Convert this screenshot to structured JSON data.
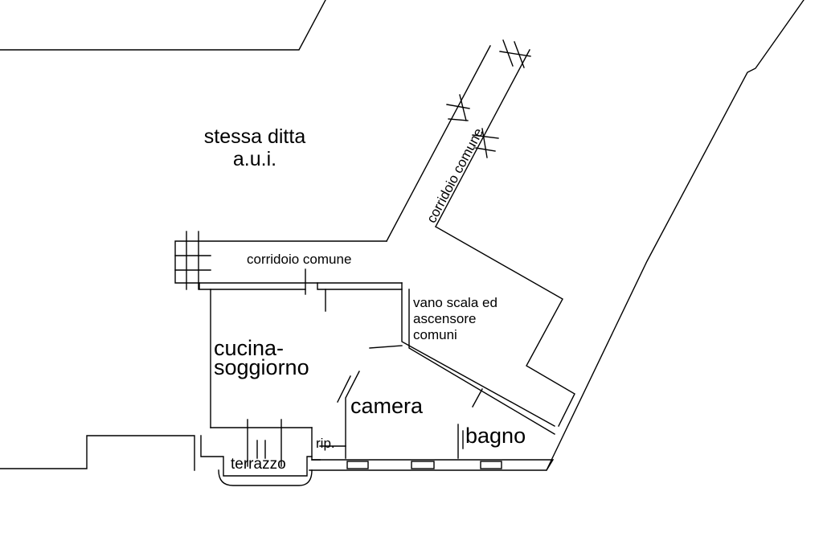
{
  "labels": {
    "stessa_ditta_line1": "stessa ditta",
    "stessa_ditta_line2": "a.u.i.",
    "corridoio_comune_horizontal": "corridoio comune",
    "corridoio_comune_diagonal": "corridoio comune",
    "vano_scala_line1": "vano scala ed",
    "vano_scala_line2": "ascensore",
    "vano_scala_line3": "comuni",
    "cucina_line1": "cucina-",
    "cucina_line2": "soggiorno",
    "camera": "camera",
    "bagno": "bagno",
    "rip": "rip.",
    "terrazzo": "terrazzo"
  },
  "colors": {
    "line": "#000000",
    "background": "#ffffff"
  }
}
